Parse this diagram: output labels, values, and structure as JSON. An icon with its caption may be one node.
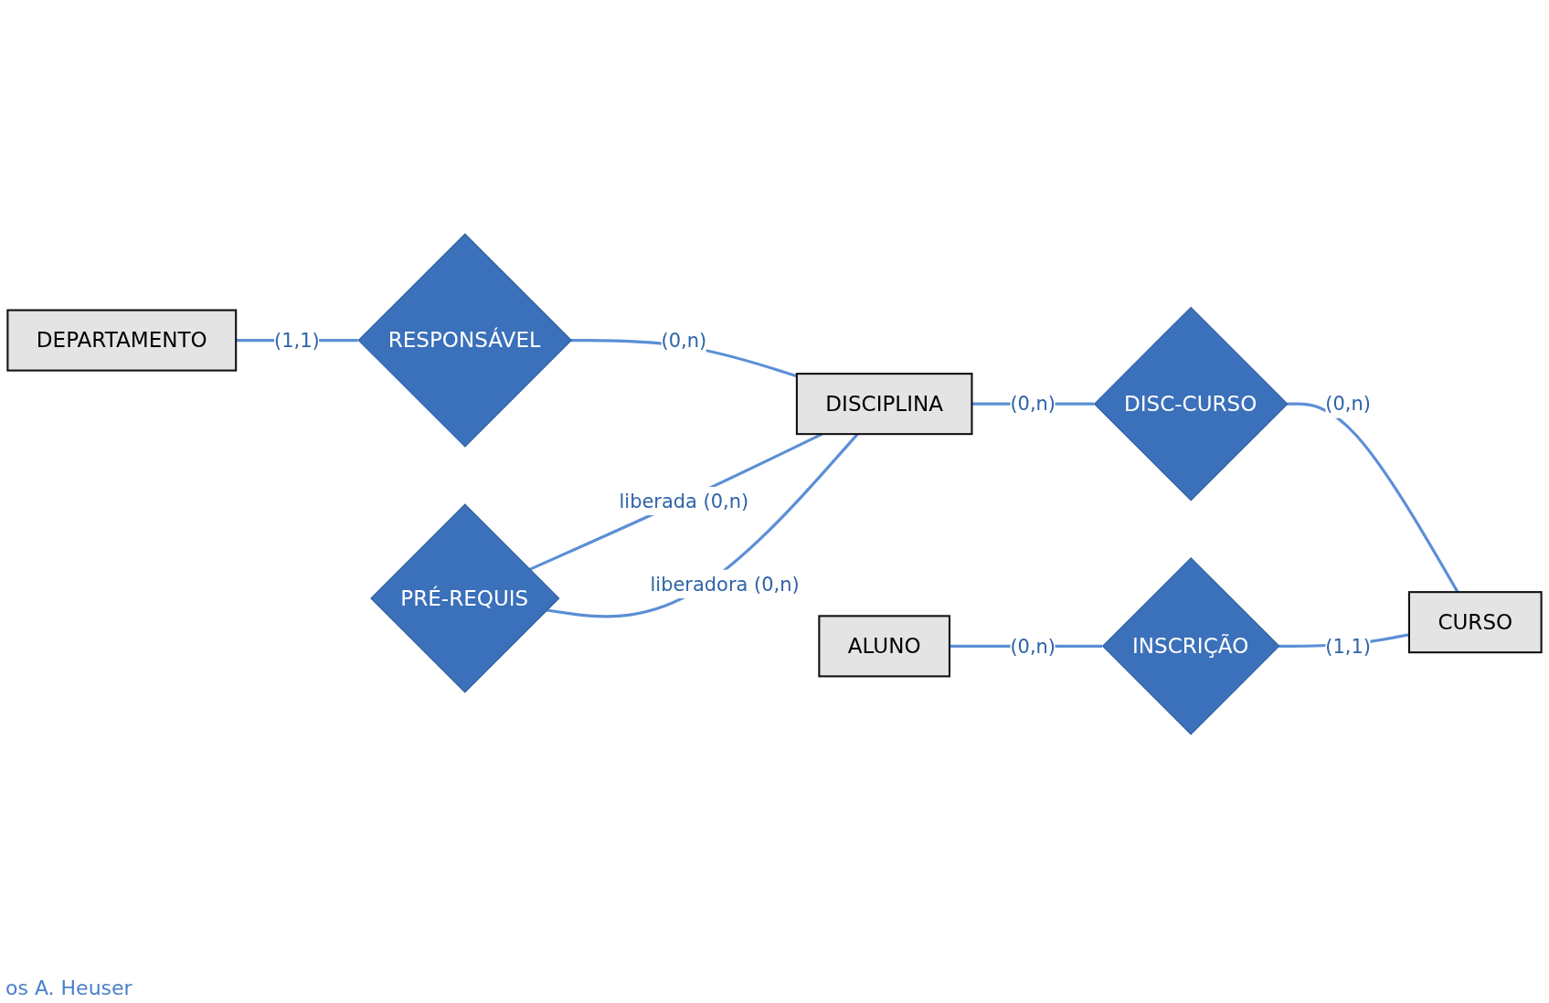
{
  "diagram": {
    "nodes": [
      {
        "text": [
          "PRÉ-REQUIS"
        ]
      },
      {
        "text": [
          "DEPARTAMENTO"
        ]
      },
      {
        "text": [
          "RESPONSÁVEL"
        ]
      },
      {
        "text": [
          "DISCIPLINA"
        ]
      },
      {
        "text": [
          "DISC-CURSO"
        ]
      },
      {
        "text": [
          "ALUNO"
        ]
      },
      {
        "text": [
          "INSCRIÇÃO"
        ]
      },
      {
        "text": [
          "CURSO"
        ]
      }
    ],
    "edges": [
      {
        "from": 1,
        "to": 2,
        "arrow": "none",
        "label": "(1,1)"
      },
      {
        "from": 2,
        "to": 3,
        "arrow": "none",
        "label": "(0,n)"
      },
      {
        "from": 0,
        "to": 3,
        "arrow": "none",
        "label": "liberada (0,n)"
      },
      {
        "from": 0,
        "to": 3,
        "arrow": "none",
        "label": "liberadora (0,n)"
      },
      {
        "from": 3,
        "to": 4,
        "arrow": "none",
        "label": "(0,n)"
      },
      {
        "from": 4,
        "to": 7,
        "arrow": "none",
        "label": "(0,n)"
      },
      {
        "from": 5,
        "to": 6,
        "arrow": "none",
        "label": "(0,n)"
      },
      {
        "from": 6,
        "to": 7,
        "arrow": "none",
        "label": "(1,1)"
      }
    ],
    "labels": [
      "os A. Heuser"
    ]
  }
}
